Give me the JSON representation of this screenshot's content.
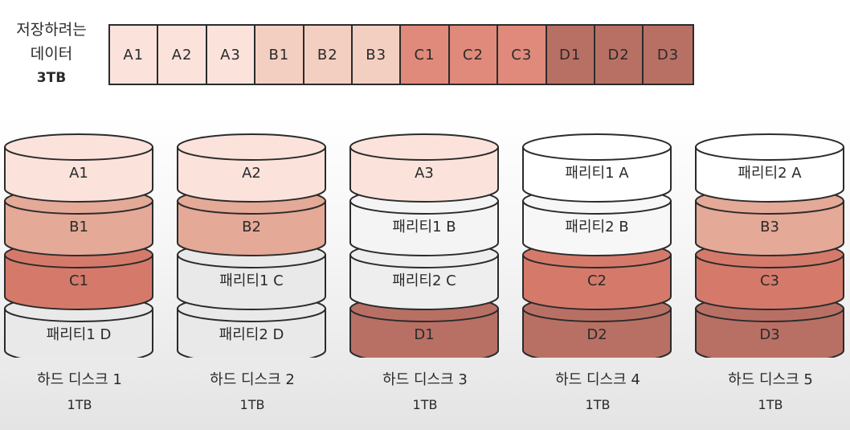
{
  "data_label": {
    "line1": "저장하려는",
    "line2": "데이터",
    "line3": "3TB"
  },
  "data_blocks": [
    {
      "label": "A1",
      "color": "#fbe3dc"
    },
    {
      "label": "A2",
      "color": "#fbe3dc"
    },
    {
      "label": "A3",
      "color": "#fbe3dc"
    },
    {
      "label": "B1",
      "color": "#f3cfc2"
    },
    {
      "label": "B2",
      "color": "#f3cfc2"
    },
    {
      "label": "B3",
      "color": "#f3cfc2"
    },
    {
      "label": "C1",
      "color": "#e08a7c"
    },
    {
      "label": "C2",
      "color": "#e08a7c"
    },
    {
      "label": "C3",
      "color": "#e08a7c"
    },
    {
      "label": "D1",
      "color": "#b87065"
    },
    {
      "label": "D2",
      "color": "#b87065"
    },
    {
      "label": "D3",
      "color": "#b87065"
    }
  ],
  "disks": [
    {
      "name": "하드 디스크 1",
      "capacity": "1TB",
      "blocks": [
        {
          "label": "A1",
          "color": "#fbe3dc"
        },
        {
          "label": "B1",
          "color": "#e4a997"
        },
        {
          "label": "C1",
          "color": "#d57a6b"
        },
        {
          "label": "패리티1 D",
          "color": "#e9e9e9"
        }
      ]
    },
    {
      "name": "하드 디스크 2",
      "capacity": "1TB",
      "blocks": [
        {
          "label": "A2",
          "color": "#fbe3dc"
        },
        {
          "label": "B2",
          "color": "#e4a997"
        },
        {
          "label": "패리티1 C",
          "color": "#e9e9e9"
        },
        {
          "label": "패리티2 D",
          "color": "#e9e9e9"
        }
      ]
    },
    {
      "name": "하드 디스크 3",
      "capacity": "1TB",
      "blocks": [
        {
          "label": "A3",
          "color": "#fbe3dc"
        },
        {
          "label": "패리티1 B",
          "color": "#f4f4f4"
        },
        {
          "label": "패리티2 C",
          "color": "#eeeeee"
        },
        {
          "label": "D1",
          "color": "#b87065"
        }
      ]
    },
    {
      "name": "하드 디스크 4",
      "capacity": "1TB",
      "blocks": [
        {
          "label": "패리티1 A",
          "color": "#ffffff"
        },
        {
          "label": "패리티2 B",
          "color": "#f7f7f7"
        },
        {
          "label": "C2",
          "color": "#d57a6b"
        },
        {
          "label": "D2",
          "color": "#b87065"
        }
      ]
    },
    {
      "name": "하드 디스크 5",
      "capacity": "1TB",
      "blocks": [
        {
          "label": "패리티2 A",
          "color": "#ffffff"
        },
        {
          "label": "B3",
          "color": "#e4a997"
        },
        {
          "label": "C3",
          "color": "#d57a6b"
        },
        {
          "label": "D3",
          "color": "#b87065"
        }
      ]
    }
  ]
}
